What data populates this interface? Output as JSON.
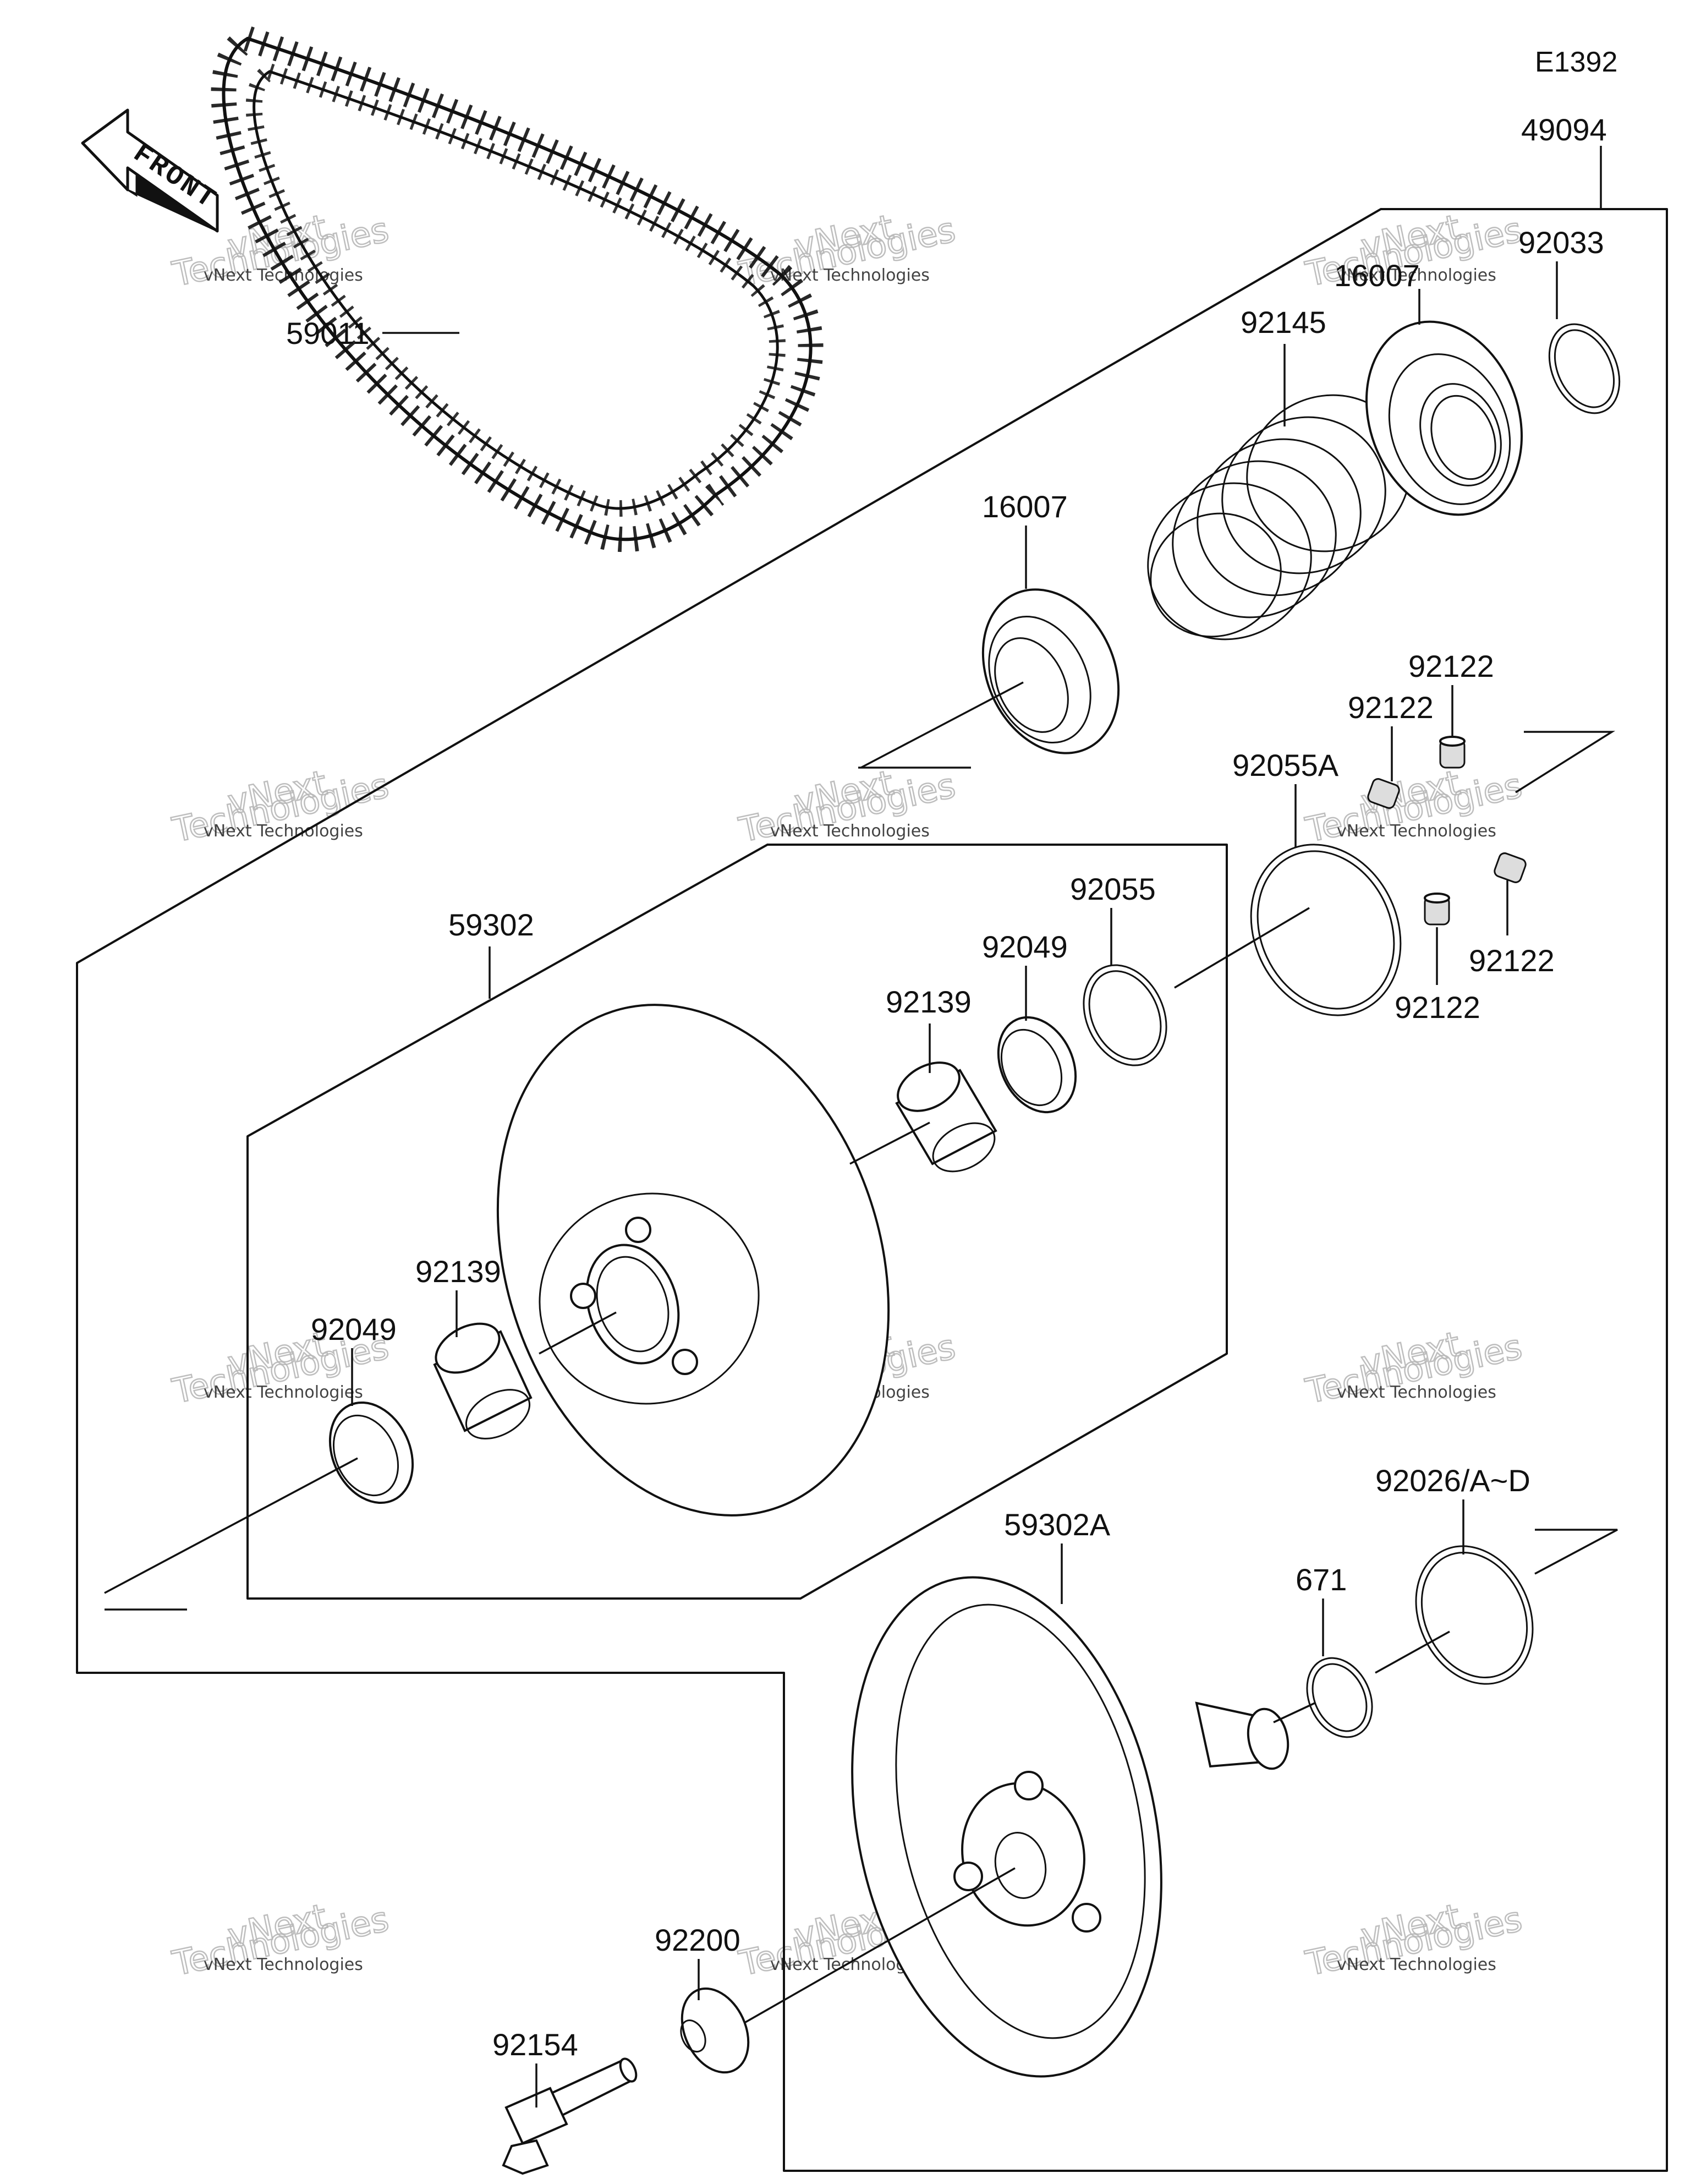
{
  "diagram": {
    "code": "E1392",
    "front_label": "FRONT",
    "watermark": {
      "line1": "vNext Technologies",
      "line2": "vNext",
      "line3": "Technologies"
    },
    "parts": [
      "59011",
      "49094",
      "92033",
      "16007",
      "92145",
      "16007",
      "92122",
      "92122",
      "92055A",
      "92122",
      "92122",
      "59302",
      "92055",
      "92049",
      "92139",
      "92139",
      "92049",
      "59302A",
      "92026/A~D",
      "671",
      "92200",
      "92154"
    ]
  }
}
